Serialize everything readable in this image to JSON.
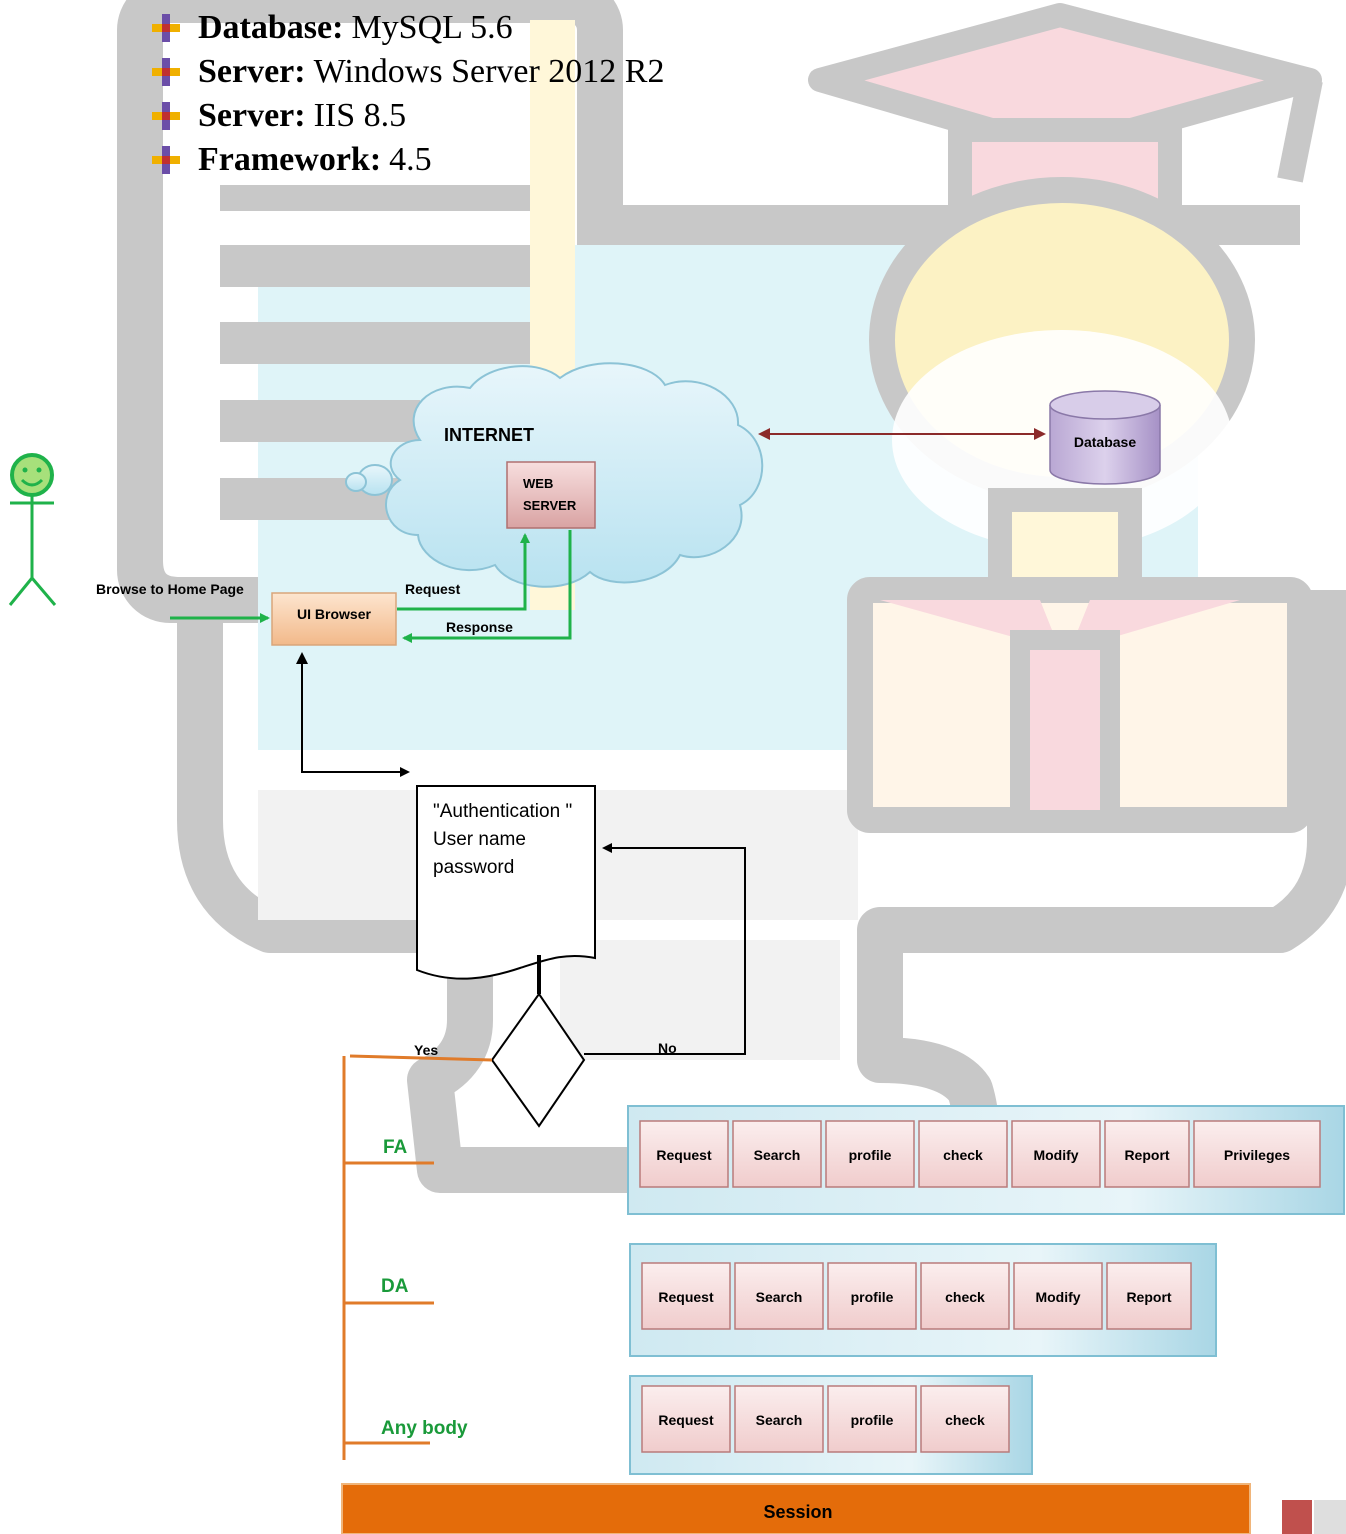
{
  "bullets": [
    {
      "key": "Database:",
      "value": "MySQL 5.6"
    },
    {
      "key": "Server:",
      "value": "Windows Server 2012 R2"
    },
    {
      "key": "Server:",
      "value": "IIS 8.5"
    },
    {
      "key": "Framework:",
      "value": "4.5"
    }
  ],
  "diagram": {
    "actor_label": "Browse to Home Page",
    "ui_browser": "UI Browser",
    "request_label": "Request",
    "response_label": "Response",
    "internet_label": "INTERNET",
    "web_server_line1": "WEB",
    "web_server_line2": "SERVER",
    "database_label": "Database",
    "auth_line1": "\"Authentication \"",
    "auth_line2": "User name",
    "auth_line3": "password",
    "yes_label": "Yes",
    "no_label": "No",
    "session_label": "Session"
  },
  "roles": [
    {
      "name": "FA",
      "buttons": [
        "Request",
        "Search",
        "profile",
        "check",
        "Modify",
        "Report",
        "Privileges"
      ]
    },
    {
      "name": "DA",
      "buttons": [
        "Request",
        "Search",
        "profile",
        "check",
        "Modify",
        "Report"
      ]
    },
    {
      "name": "Any body",
      "buttons": [
        "Request",
        "Search",
        "profile",
        "check"
      ]
    }
  ],
  "colors": {
    "connector_green": "#1fb24a",
    "branch_orange": "#e07b2a",
    "role_green": "#1a9a3a",
    "session_fill": "#e46c0a",
    "db_arrow": "#8b2a2a"
  }
}
